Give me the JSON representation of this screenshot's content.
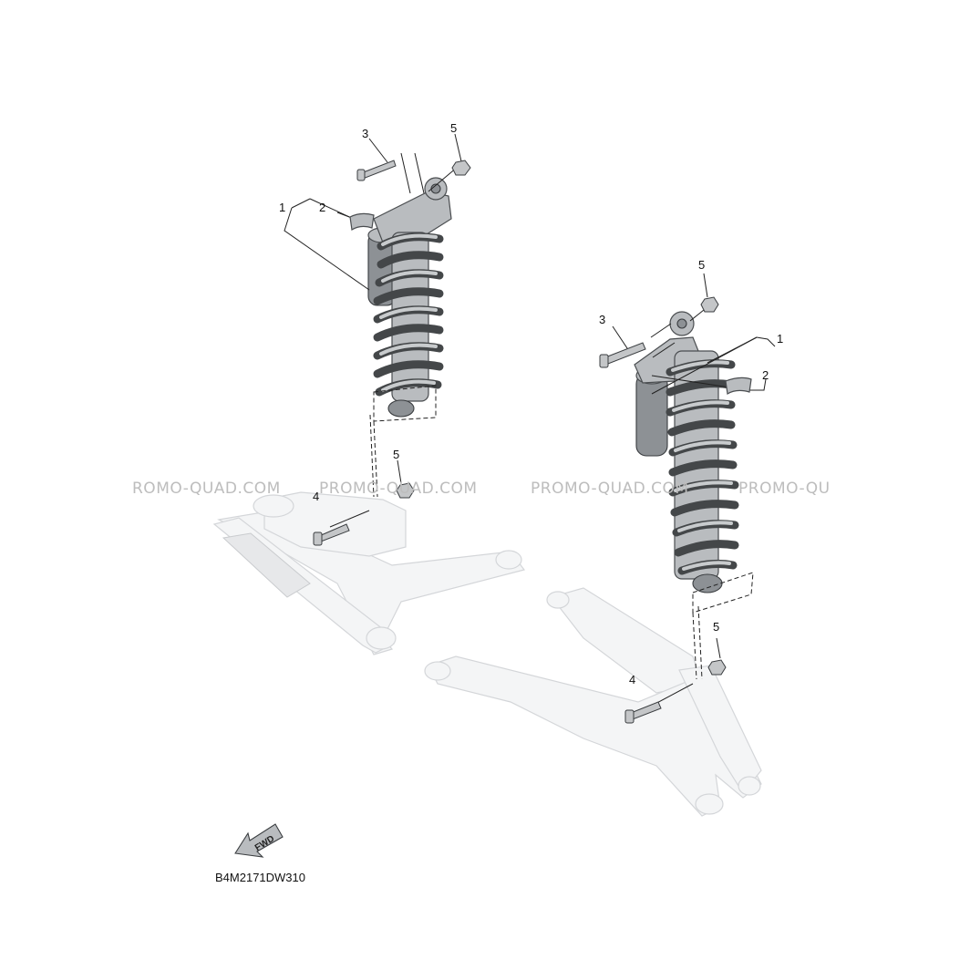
{
  "callouts": {
    "left_shock": {
      "one": "1",
      "two": "2",
      "three": "3",
      "five_top": "5",
      "five_lower": "5",
      "four": "4"
    },
    "right_shock": {
      "one": "1",
      "two": "2",
      "three": "3",
      "five_top": "5",
      "five_lower": "5",
      "four": "4"
    }
  },
  "watermarks": [
    "ROMO-QUAD.COM",
    "PROMO-QUAD.COM",
    "PROMO-QUAD.COM",
    "PROMO-QU"
  ],
  "fwd_label": "FWD",
  "diagram_code": "B4M2171DW310"
}
